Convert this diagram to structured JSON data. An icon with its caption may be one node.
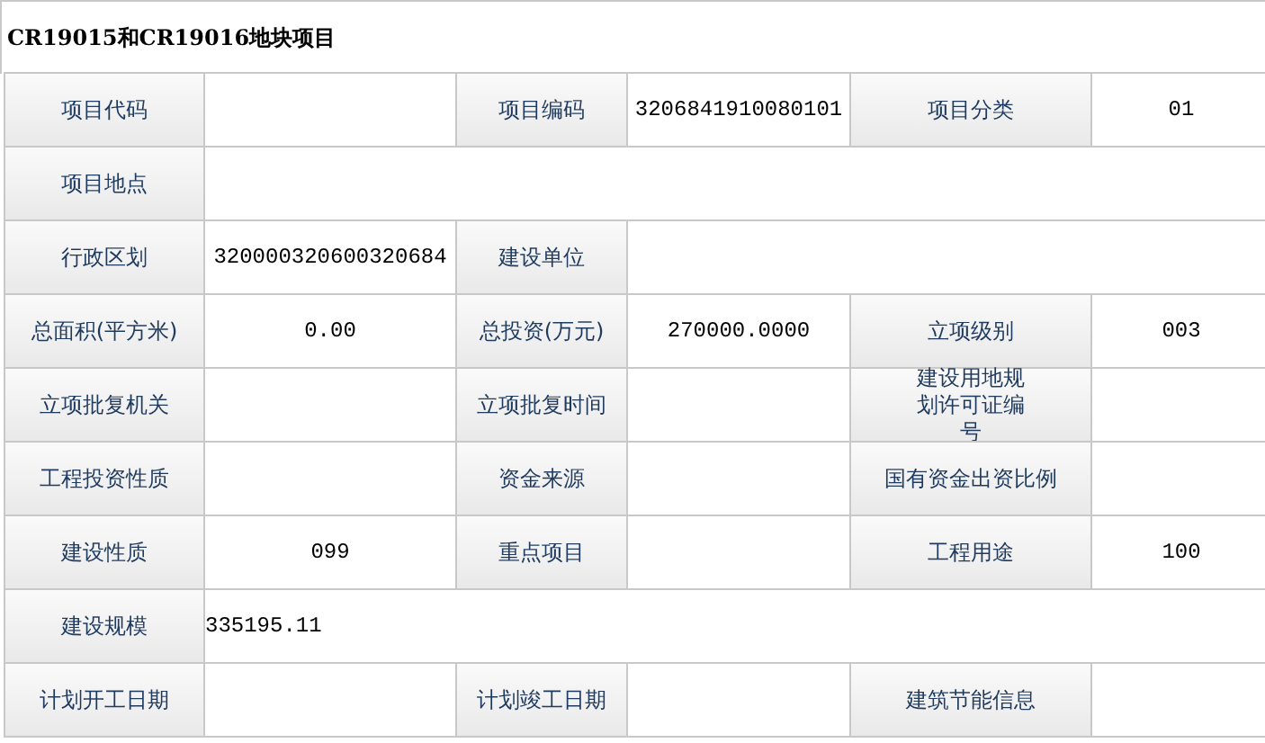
{
  "diagram": {
    "title": "CR19015和CR19016地块项目",
    "labels": [
      "项目代码",
      "项目编码",
      "3206841910080101",
      "项目分类",
      "01",
      "项目地点",
      "行政区划",
      "320000320600320684",
      "建设单位",
      "总面积(平方米)",
      "0.00",
      "总投资(万元)",
      "270000.0000",
      "立项级别",
      "003",
      "立项批复机关",
      "立项批复时间",
      "建设用地规划许可证编号",
      "工程投资性质",
      "资金来源",
      "国有资金出资比例",
      "建设性质",
      "099",
      "重点项目",
      "工程用途",
      "100",
      "建设规模",
      "335195.11",
      "计划开工日期",
      "计划竣工日期",
      "建筑节能信息"
    ]
  }
}
